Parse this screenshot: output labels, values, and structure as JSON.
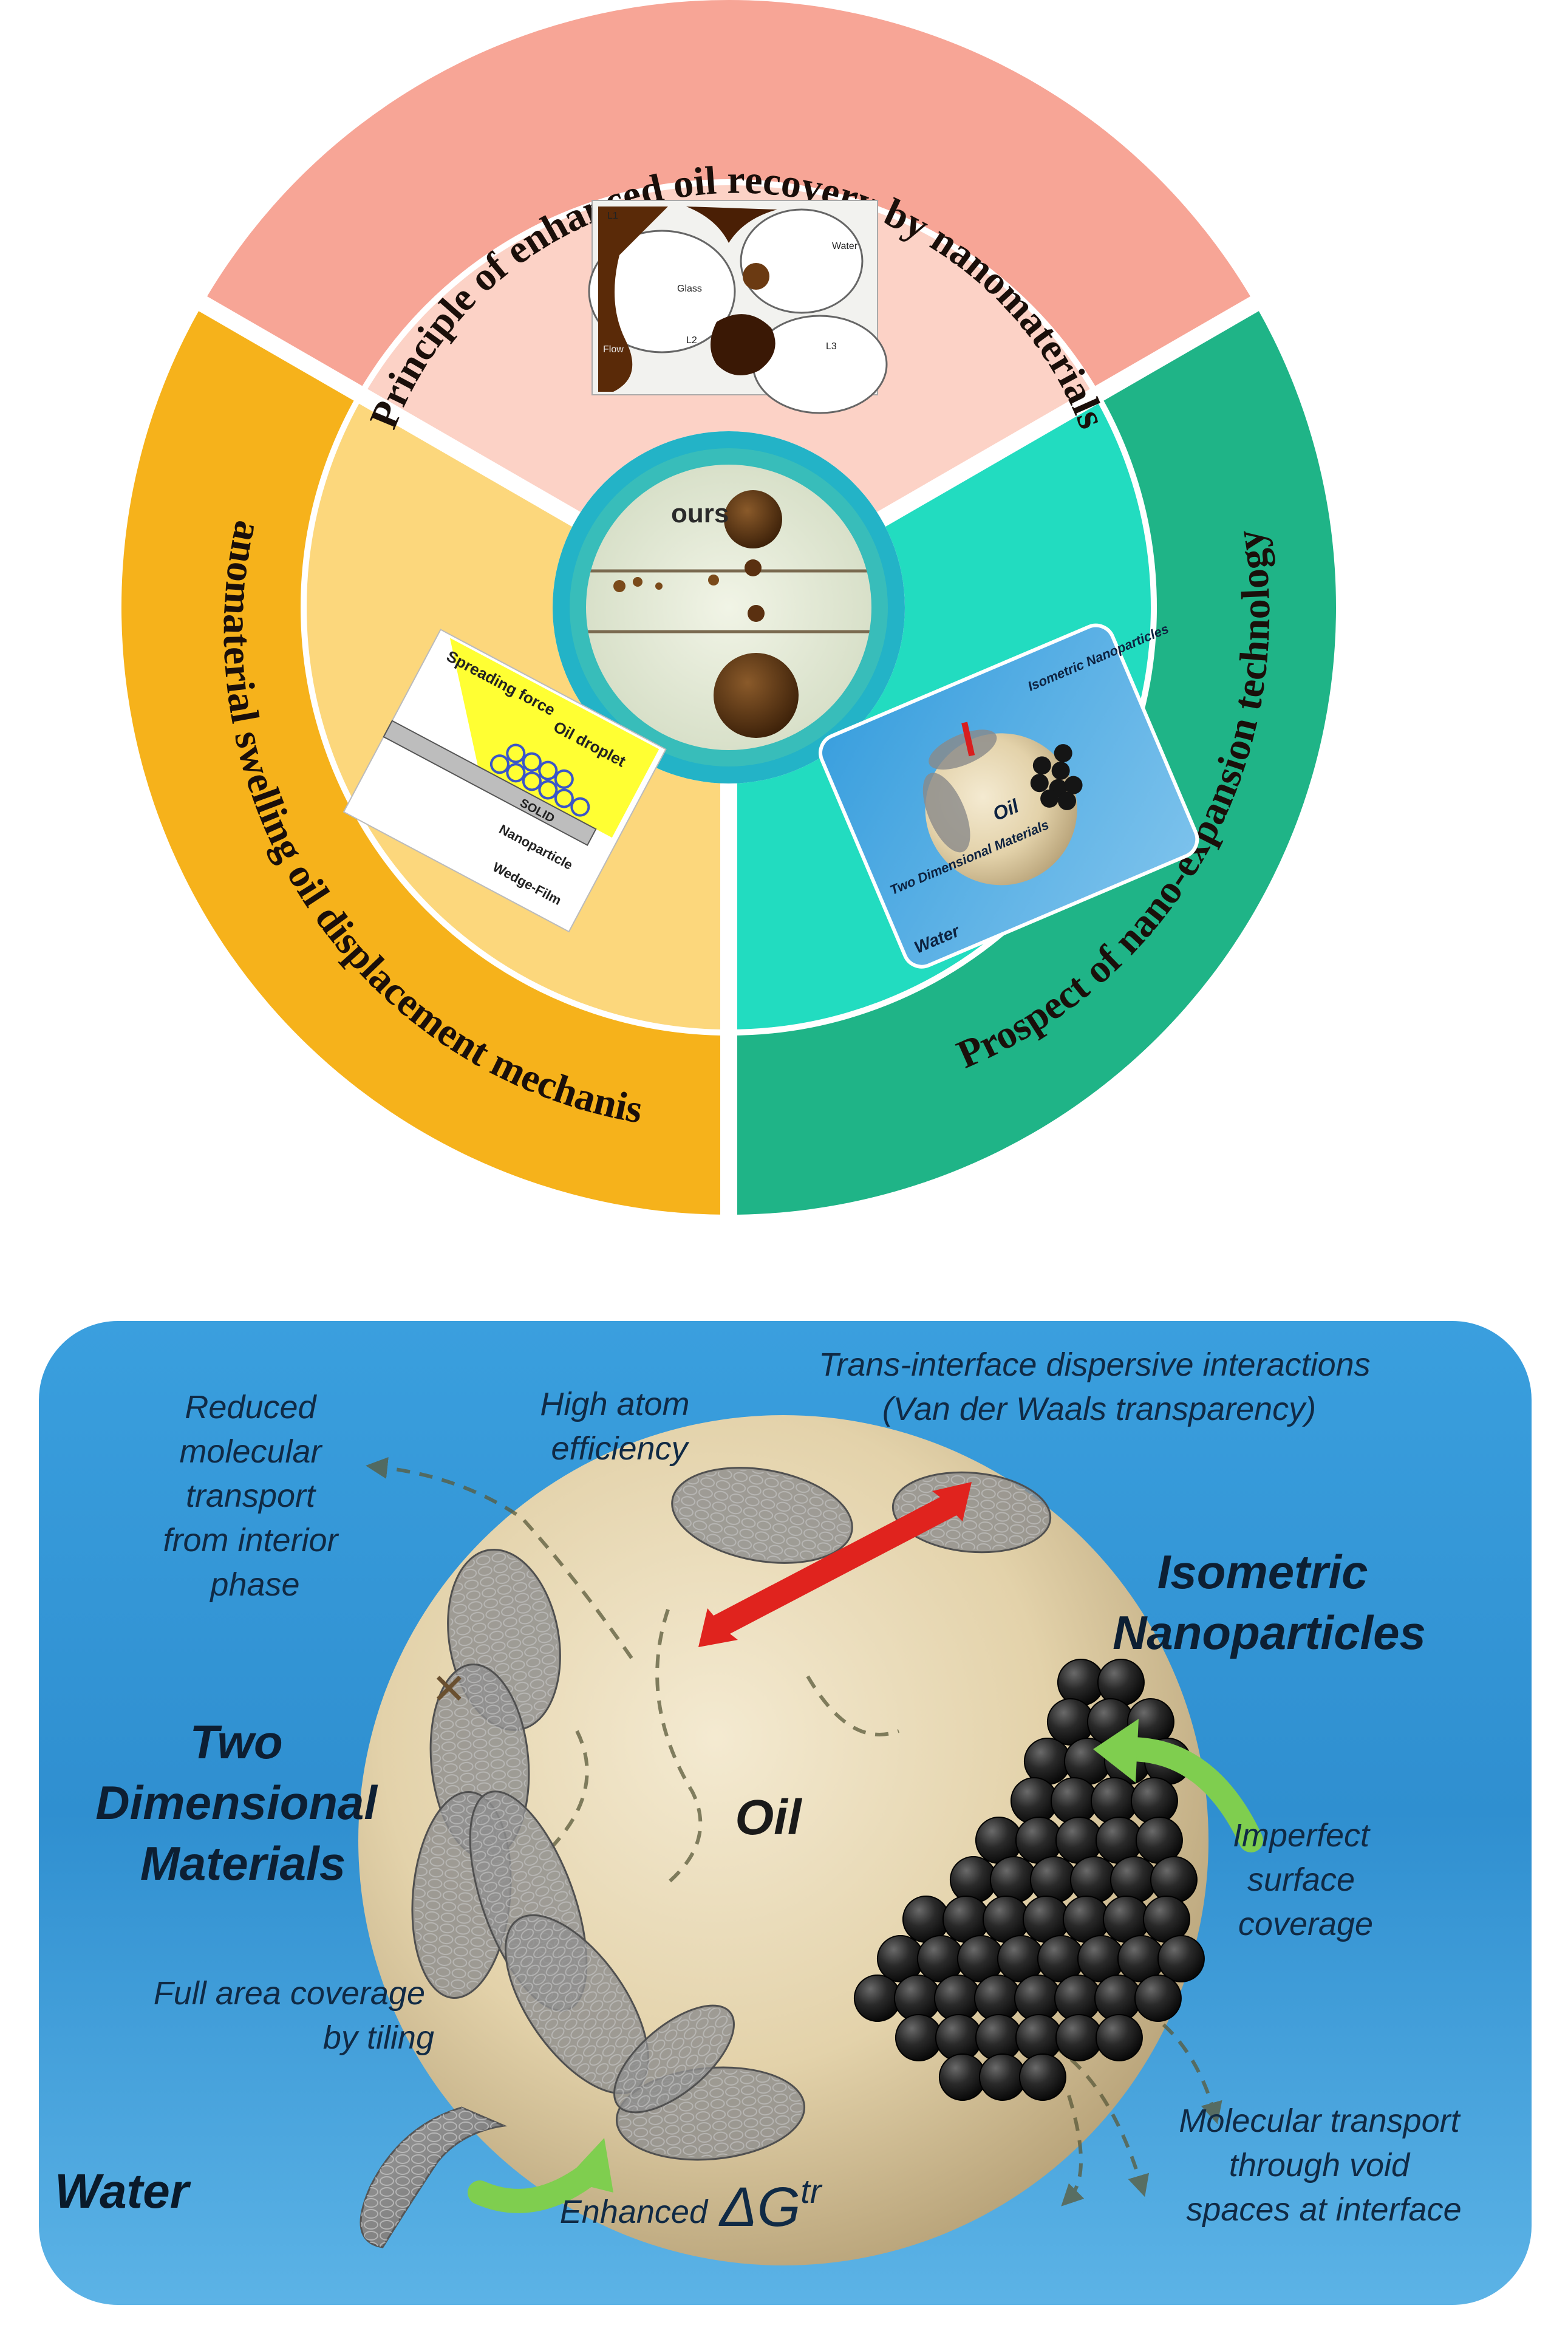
{
  "wheel": {
    "top_label": "Principle of enhanced oil recovery by nanomaterials",
    "left_label": "Nanomaterial swelling oil displacement mechanism",
    "right_label": "Prospect of nano-expansion technology",
    "colors": {
      "top_outer": "#f7a596",
      "top_inner": "#fcd2c6",
      "left_outer": "#f6b21b",
      "left_inner": "#fcd77c",
      "right_outer": "#1fb487",
      "right_inner": "#22dcc0",
      "center_ring": "#23b3c7"
    },
    "center_image_text": "ours",
    "micro_image": {
      "labels": [
        "L1",
        "Water",
        "Glass",
        "Flow",
        "L2",
        "L3"
      ]
    },
    "wedge_film": {
      "labels": [
        "Spreading force",
        "Oil droplet",
        "SOLID",
        "Nanoparticle",
        "Wedge-Film"
      ]
    },
    "mini_card": {
      "labels": [
        "Oil",
        "Water",
        "Two Dimensional Materials",
        "Isometric Nanoparticles"
      ]
    }
  },
  "schematic": {
    "bg_color": "#2f92d3",
    "oil_label": "Oil",
    "water_label": "Water",
    "two_d_title": [
      "Two",
      "Dimensional",
      "Materials"
    ],
    "iso_title": [
      "Isometric",
      "Nanoparticles"
    ],
    "reduced": [
      "Reduced",
      "molecular",
      "transport",
      "from interior",
      "phase"
    ],
    "high_atom": [
      "High atom",
      "efficiency"
    ],
    "trans_interface": [
      "Trans-interface dispersive interactions",
      "(Van der Waals transparency)"
    ],
    "imperfect": [
      "Imperfect",
      "surface",
      "coverage"
    ],
    "full_area": [
      "Full area coverage",
      "by tiling"
    ],
    "molecular": [
      "Molecular transport",
      "through void",
      "spaces at interface"
    ],
    "enhanced": "Enhanced",
    "delta_g": "ΔG",
    "delta_g_sup": "tr"
  }
}
